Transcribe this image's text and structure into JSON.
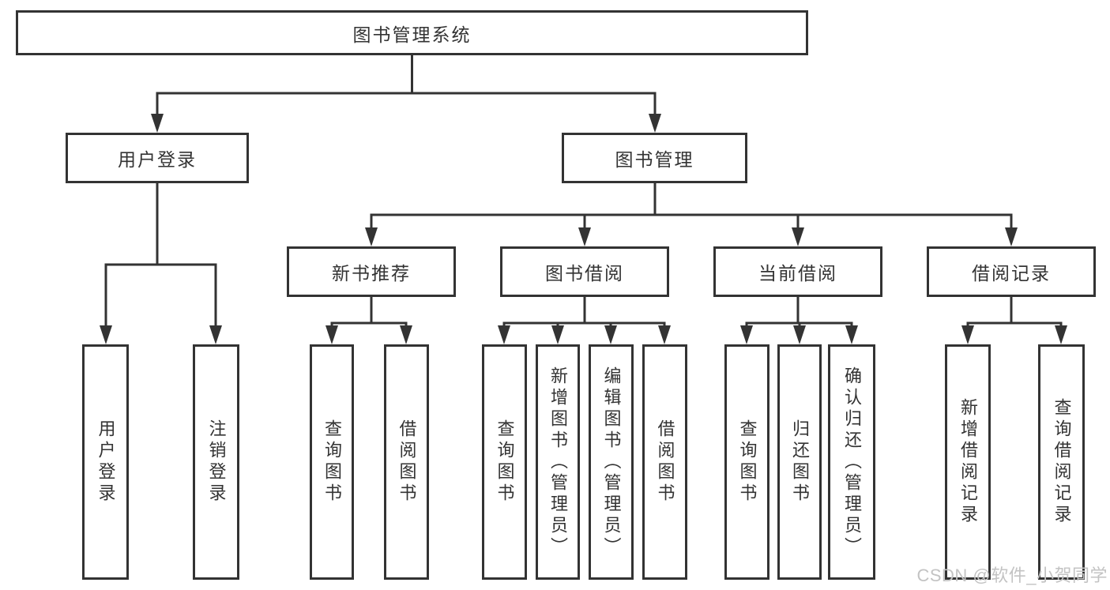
{
  "diagram": {
    "root_label": "图书管理系统",
    "branches": [
      {
        "label": "用户登录",
        "children": [
          "用户登录",
          "注销登录"
        ]
      },
      {
        "label": "图书管理",
        "groups": [
          {
            "label": "新书推荐",
            "children": [
              "查询图书",
              "借阅图书"
            ]
          },
          {
            "label": "图书借阅",
            "children": [
              "查询图书",
              "新增图书（管理员）",
              "编辑图书（管理员）",
              "借阅图书"
            ]
          },
          {
            "label": "当前借阅",
            "children": [
              "查询图书",
              "归还图书",
              "确认归还（管理员）"
            ]
          },
          {
            "label": "借阅记录",
            "children": [
              "新增借阅记录",
              "查询借阅记录"
            ]
          }
        ]
      }
    ]
  },
  "watermark": "CSDN @软件_小贺同学",
  "colors": {
    "line": "#333333",
    "box_background": "#ffffff",
    "text": "#333333",
    "watermark": "#c3c3c3"
  }
}
